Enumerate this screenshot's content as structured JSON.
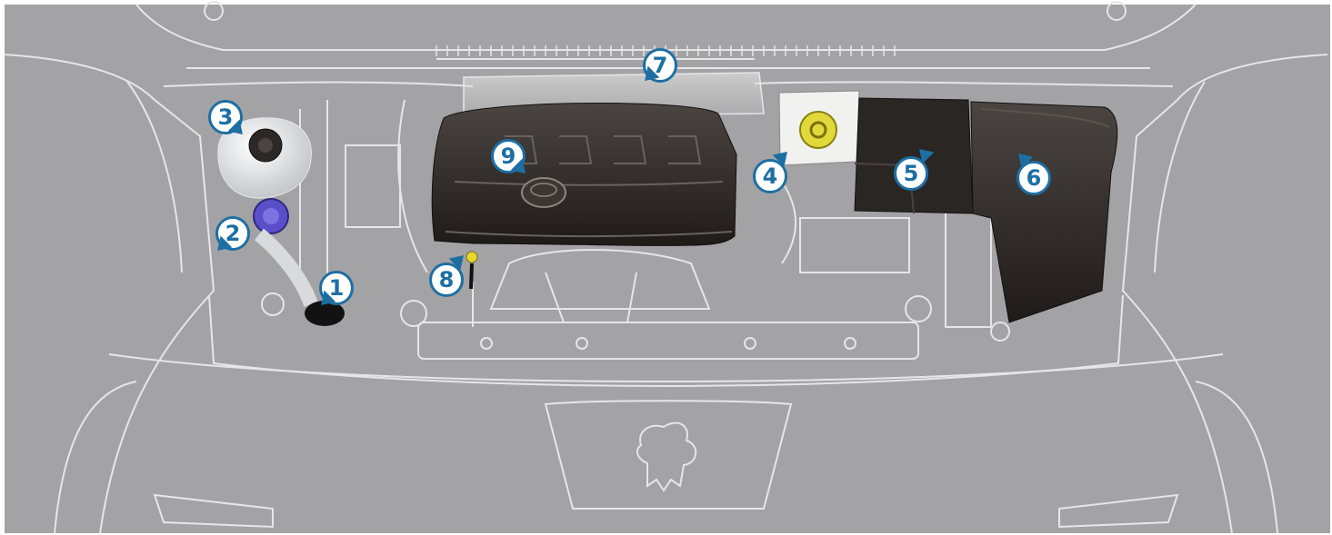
{
  "colors": {
    "background": "#a3a3a5",
    "linework": "#e6e6e8",
    "engine_dark": "#2e2a28",
    "callout_blue": "#1d6fa3",
    "cap_yellow": "#e2d83a",
    "cap_purple": "#5b4fc9"
  },
  "callouts": [
    {
      "label": "1",
      "part": "windscreen-washer-reservoir"
    },
    {
      "label": "2",
      "part": "power-steering-fluid-reservoir"
    },
    {
      "label": "3",
      "part": "coolant-reservoir"
    },
    {
      "label": "4",
      "part": "brake-fluid-reservoir"
    },
    {
      "label": "5",
      "part": "battery"
    },
    {
      "label": "6",
      "part": "fuse-box"
    },
    {
      "label": "7",
      "part": "air-filter"
    },
    {
      "label": "8",
      "part": "engine-oil-dipstick"
    },
    {
      "label": "9",
      "part": "engine-oil-filler-cap"
    }
  ]
}
